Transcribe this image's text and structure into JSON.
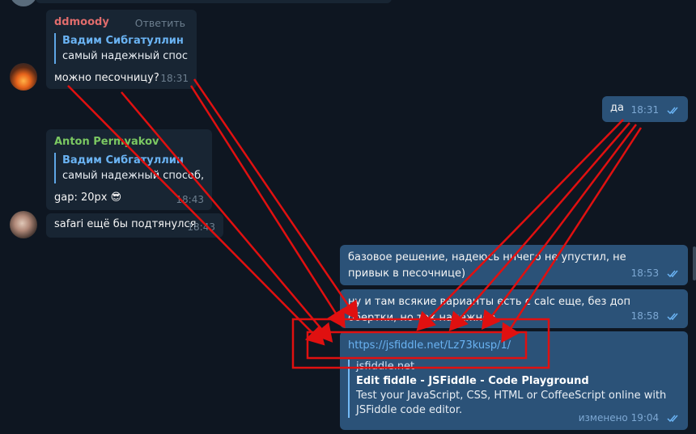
{
  "messages": {
    "m1": {
      "sender": "ddmoody",
      "action": "Ответить",
      "reply_author": "Вадим Сибгатуллин",
      "reply_text": "самый надежный спос...",
      "text": "можно песочницу?",
      "time": "18:31"
    },
    "m2": {
      "text": "да",
      "time": "18:31"
    },
    "m3": {
      "sender": "Anton Permyakov",
      "reply_author": "Вадим Сибгатуллин",
      "reply_text": "самый надежный способ, ...",
      "text": "gap: 20px",
      "emoji": "😎",
      "time": "18:43"
    },
    "m4": {
      "text": "safari ещё бы подтянулся",
      "time": "18:43"
    },
    "m5": {
      "text": "базовое решение, надеюсь ничего не упустил, не привык в песочнице)",
      "time": "18:53"
    },
    "m6": {
      "text": "ну и там всякие варианты есть с calc еще, без доп обертки, но так надежнее",
      "time": "18:58"
    },
    "m7": {
      "link": "https://jsfiddle.net/Lz73kusp/1/",
      "preview_site": "jsfiddle.net",
      "preview_title": "Edit fiddle - JSFiddle - Code Playground",
      "preview_desc": "Test your JavaScript, CSS, HTML or CoffeeScript online with JSFiddle code editor.",
      "time": "изменено 19:04"
    }
  },
  "colors": {
    "background": "#0e1621",
    "incoming_bubble": "#182533",
    "outgoing_bubble": "#2b5278",
    "sender_ddmoody": "#e06c6c",
    "sender_anton": "#7bc862",
    "annotation_red": "#e01010"
  },
  "icons": {
    "read_status": "double-check-icon",
    "avatar1": "avatar-sunset",
    "avatar2": "avatar-cat"
  }
}
